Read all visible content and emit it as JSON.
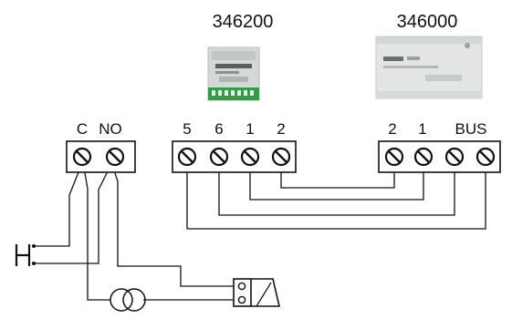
{
  "devices": {
    "module_a": {
      "model": "346200"
    },
    "module_b": {
      "model": "346000"
    }
  },
  "terminal_blocks": {
    "contact": {
      "labels": [
        "C",
        "NO"
      ]
    },
    "module_a": {
      "labels": [
        "5",
        "6",
        "1",
        "2"
      ]
    },
    "module_b": {
      "labels": [
        "2",
        "1",
        "BUS"
      ]
    }
  }
}
